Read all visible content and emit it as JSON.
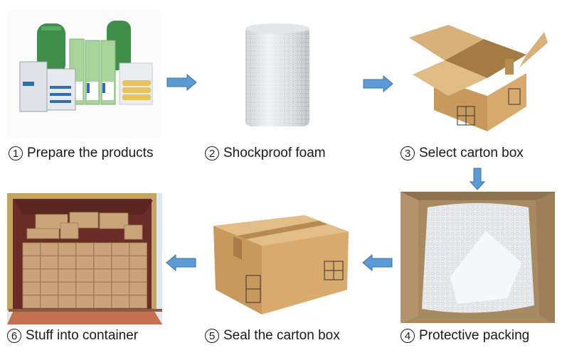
{
  "title": "Packing process",
  "colors": {
    "arrow_fill": "#5b9bd5",
    "arrow_stroke": "#41719c",
    "carton": "#d2a86e",
    "carton_dark": "#b88a52",
    "text": "#1a1a1a"
  },
  "steps": [
    {
      "number": "1",
      "label": "Prepare the products",
      "image": "products-photo"
    },
    {
      "number": "2",
      "label": "Shockproof foam",
      "image": "bubble-wrap-roll-photo"
    },
    {
      "number": "3",
      "label": "Select carton box",
      "image": "open-carton-box-photo"
    },
    {
      "number": "4",
      "label": "Protective packing",
      "image": "bubble-wrapped-item-in-box-photo"
    },
    {
      "number": "5",
      "label": "Seal the carton box",
      "image": "sealed-carton-box-photo"
    },
    {
      "number": "6",
      "label": "Stuff into container",
      "image": "loaded-container-photo"
    }
  ],
  "arrows": [
    {
      "from": "1",
      "to": "2",
      "direction": "right"
    },
    {
      "from": "2",
      "to": "3",
      "direction": "right"
    },
    {
      "from": "3",
      "to": "4",
      "direction": "down"
    },
    {
      "from": "4",
      "to": "5",
      "direction": "left"
    },
    {
      "from": "5",
      "to": "6",
      "direction": "left"
    }
  ]
}
